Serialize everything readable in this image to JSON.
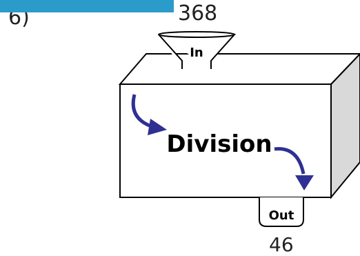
{
  "question": {
    "number": "6)"
  },
  "machine": {
    "input_value": "368",
    "input_label": "In",
    "operation": "Division",
    "output_label": "Out",
    "output_value": "46"
  },
  "colors": {
    "banner": "#2b9bc9",
    "arrow": "#2e3192",
    "side_face": "#d9d9d9",
    "outline": "#000000"
  }
}
